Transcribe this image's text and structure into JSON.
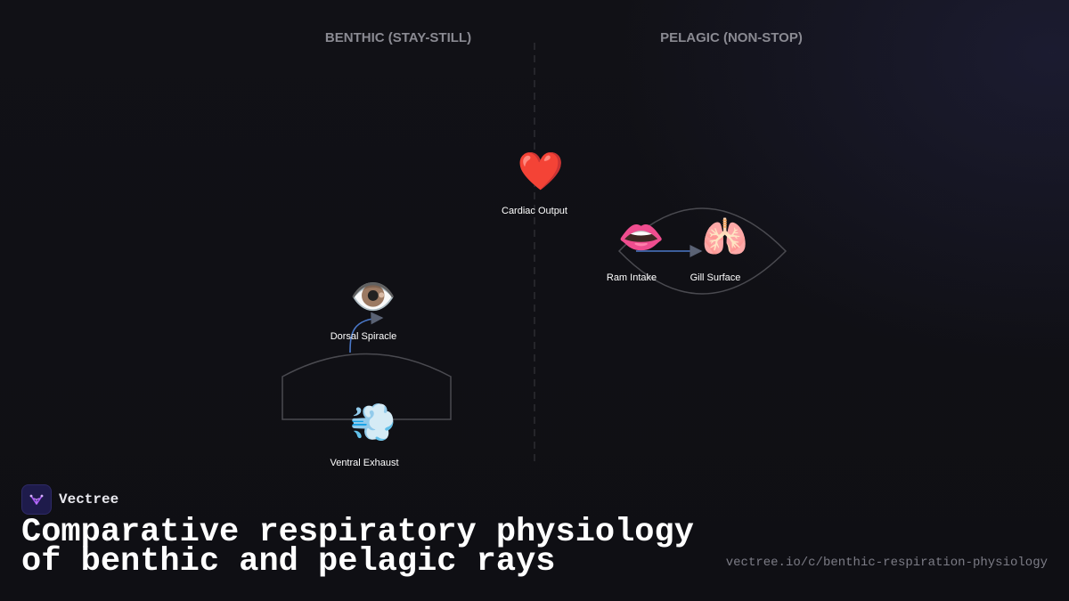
{
  "diagram": {
    "columns": {
      "benthic": "BENTHIC (STAY-STILL)",
      "pelagic": "PELAGIC (NON-STOP)"
    },
    "nodes": {
      "cardiac": {
        "label": "Cardiac Output",
        "icon": "heart-icon",
        "glyph": "❤️"
      },
      "dorsal_spiracle": {
        "label": "Dorsal Spiracle",
        "icon": "eye-icon",
        "glyph": "👁️"
      },
      "ventral_exhaust": {
        "label": "Ventral Exhaust",
        "icon": "dash-wind-icon",
        "glyph": "💨"
      },
      "ram_intake": {
        "label": "Ram Intake",
        "icon": "mouth-icon",
        "glyph": "👄"
      },
      "gill_surface": {
        "label": "Gill Surface",
        "icon": "lungs-icon",
        "glyph": "🫁"
      }
    },
    "edges": [
      {
        "from": "Ventral Exhaust",
        "to": "Dorsal Spiracle"
      },
      {
        "from": "Ram Intake",
        "to": "Gill Surface"
      }
    ],
    "colors": {
      "edge": "#4a78c8",
      "arrowhead": "#5a6274",
      "group_outline": "#4a4a50",
      "divider": "#3a3a40"
    }
  },
  "footer": {
    "brand": "Vectree",
    "title_line1": "Comparative respiratory physiology",
    "title_line2": "of benthic and pelagic rays",
    "url": "vectree.io/c/benthic-respiration-physiology"
  }
}
